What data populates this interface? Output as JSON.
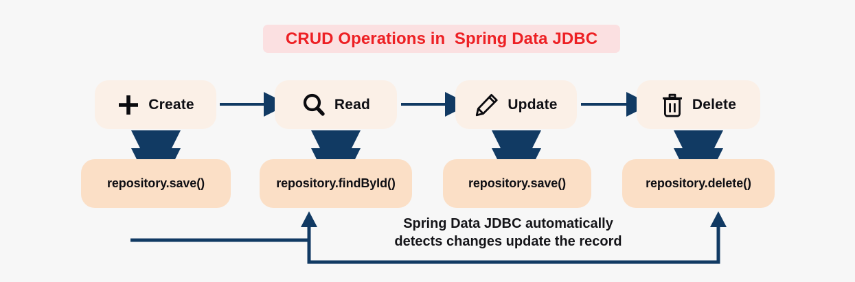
{
  "title": {
    "text": "CRUD Operations in  Spring Data JDBC",
    "color": "#ed2024",
    "banner_color": "#fbe0e1"
  },
  "theme": {
    "background": "#f7f7f7",
    "node_fill": "#fbf0e7",
    "method_fill": "#fbdfc6",
    "arrow_color": "#113a63",
    "text_color": "#0f0f14"
  },
  "operations": [
    {
      "id": "create",
      "label": "Create",
      "icon": "plus-icon",
      "method": "repository.save()"
    },
    {
      "id": "read",
      "label": "Read",
      "icon": "magnifier-icon",
      "method": "repository.findById()"
    },
    {
      "id": "update",
      "label": "Update",
      "icon": "pencil-icon",
      "method": "repository.save()"
    },
    {
      "id": "delete",
      "label": "Delete",
      "icon": "trash-icon",
      "method": "repository.delete()"
    }
  ],
  "caption": {
    "line1": "Spring Data JDBC automatically",
    "line2": "detects changes update the record"
  }
}
